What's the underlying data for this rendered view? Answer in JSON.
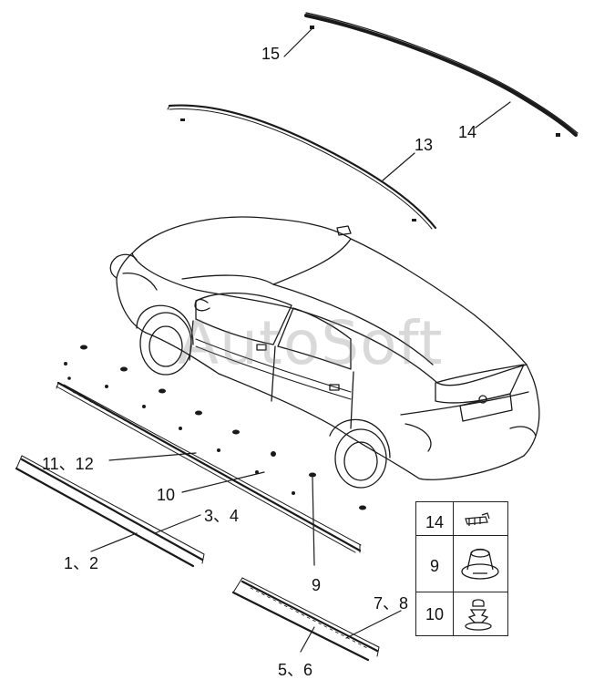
{
  "watermark": "AutoSoft",
  "callouts": {
    "c15": "15",
    "c14": "14",
    "c13": "13",
    "c11_12": "11、12",
    "c10": "10",
    "c3_4": "3、4",
    "c1_2": "1、2",
    "c9": "9",
    "c7_8": "7、8",
    "c5_6": "5、6"
  },
  "legend": {
    "rows": [
      {
        "number": "14",
        "icon": "roof-clip-icon"
      },
      {
        "number": "9",
        "icon": "push-nut-icon"
      },
      {
        "number": "10",
        "icon": "fir-tree-clip-icon"
      }
    ]
  }
}
